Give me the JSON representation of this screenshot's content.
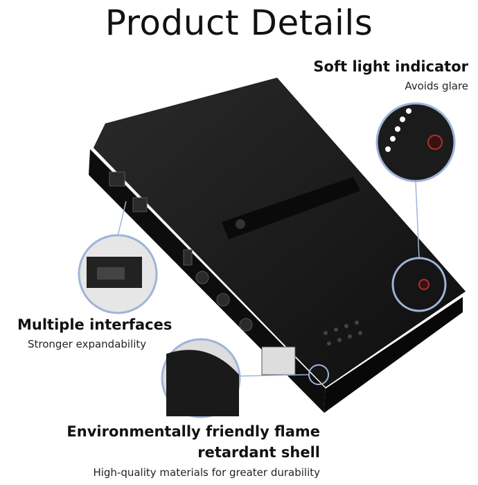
{
  "title": "Product Details",
  "features": [
    {
      "heading": "Soft light indicator",
      "subtext": "Avoids glare"
    },
    {
      "heading": "Multiple interfaces",
      "subtext": "Stronger expandability"
    },
    {
      "heading_line1": "Environmentally friendly flame",
      "heading_line2": "retardant shell",
      "subtext": "High-quality materials for greater durability"
    }
  ],
  "colors": {
    "device": "#151515",
    "callout_ring": "#9fb4d8",
    "text": "#111111"
  }
}
